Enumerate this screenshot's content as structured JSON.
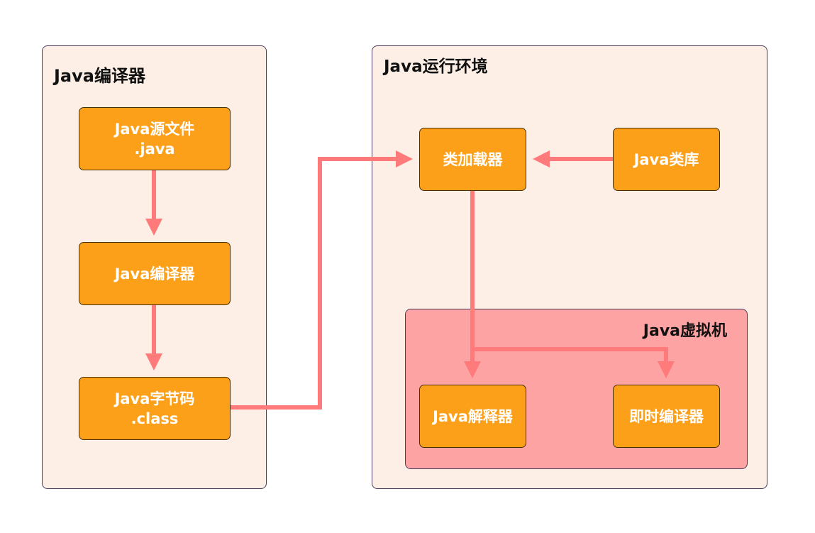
{
  "colors": {
    "group_background": "#fdefe6",
    "jvm_background": "#fea3a3",
    "node_fill": "#fca01a",
    "node_text": "#ffffff",
    "arrow": "#ff7a7a"
  },
  "groups": {
    "compiler": {
      "title": "Java编译器"
    },
    "runtime": {
      "title": "Java运行环境"
    },
    "jvm": {
      "title": "Java虚拟机"
    }
  },
  "nodes": {
    "java_source": {
      "line1": "Java源文件",
      "line2": ".java"
    },
    "java_compiler": {
      "line1": "Java编译器"
    },
    "bytecode": {
      "line1": "Java字节码",
      "line2": ".class"
    },
    "class_loader": {
      "line1": "类加载器"
    },
    "class_library": {
      "line1": "Java类库"
    },
    "interpreter": {
      "line1": "Java解释器"
    },
    "jit_compiler": {
      "line1": "即时编译器"
    }
  },
  "edges": [
    {
      "from": "java_source",
      "to": "java_compiler"
    },
    {
      "from": "java_compiler",
      "to": "bytecode"
    },
    {
      "from": "bytecode",
      "to": "class_loader"
    },
    {
      "from": "class_library",
      "to": "class_loader"
    },
    {
      "from": "class_loader",
      "to": "interpreter"
    },
    {
      "from": "class_loader",
      "to": "jit_compiler"
    }
  ]
}
